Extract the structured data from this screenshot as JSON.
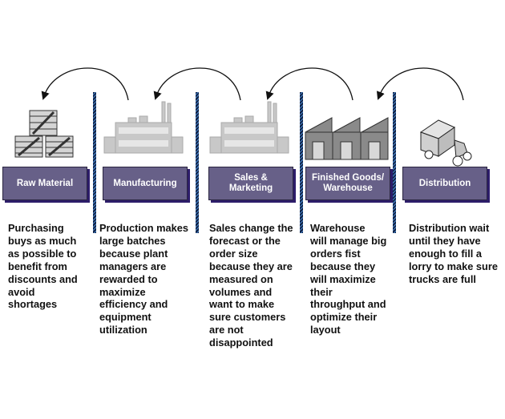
{
  "stages": [
    {
      "label": "Raw Material",
      "icon": "crates-icon",
      "description": "Purchasing\nbuys as much\nas possible to\nbenefit from\ndiscounts and\navoid\nshortages"
    },
    {
      "label": "Manufacturing",
      "icon": "factory-icon",
      "description": "Production makes\nlarge batches\nbecause plant\nmanagers are\nrewarded to\nmaximize\nefficiency and\nequipment\nutilization"
    },
    {
      "label": "Sales &\nMarketing",
      "icon": "factory-icon",
      "description": "Sales change the\nforecast or the\norder size\nbecause they are\nmeasured on\nvolumes and\nwant to make\nsure customers\nare not\ndisappointed"
    },
    {
      "label": "Finished Goods/\nWarehouse",
      "icon": "warehouse-icon",
      "description": "Warehouse\nwill manage big\norders fist\nbecause they\nwill maximize\ntheir\nthroughput and\noptimize their\nlayout"
    },
    {
      "label": "Distribution",
      "icon": "truck-icon",
      "description": "Distribution wait\nuntil they have\nenough to fill a\nlorry to make sure\ntrucks are  full"
    }
  ],
  "colors": {
    "box_fill": "#676088",
    "box_shadow": "#2d1d6a",
    "separator": "#1e3f75"
  }
}
